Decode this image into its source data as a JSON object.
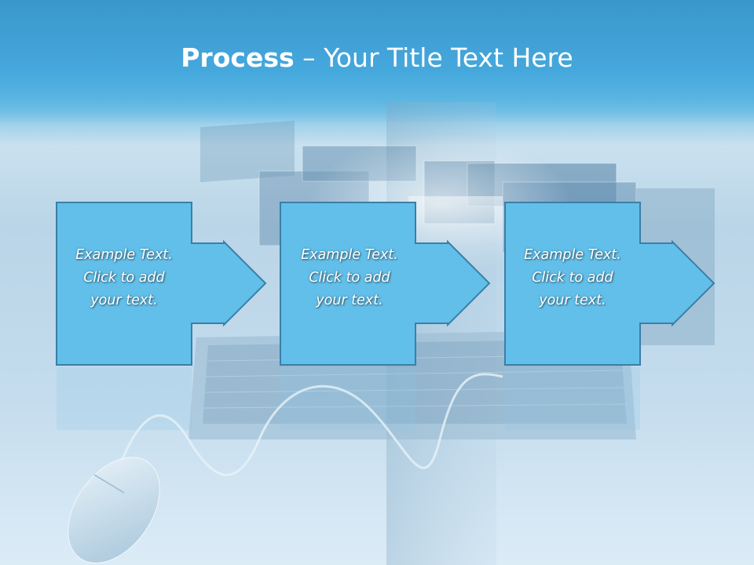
{
  "slide": {
    "title_bold": "Process",
    "title_rest": " – Your Title Text Here",
    "colors": {
      "title_band": "#45a8dd",
      "step_fill": "#62bfea",
      "step_stroke": "#3a7fa8",
      "text": "#ffffff"
    }
  },
  "steps": [
    {
      "line1": "Example Text.",
      "line2": "Click  to add",
      "line3": "your text."
    },
    {
      "line1": "Example Text.",
      "line2": "Click  to add",
      "line3": "your text."
    },
    {
      "line1": "Example Text.",
      "line2": "Click  to add",
      "line3": "your text."
    }
  ],
  "background_image": "laptop-with-floating-screens-and-mouse"
}
